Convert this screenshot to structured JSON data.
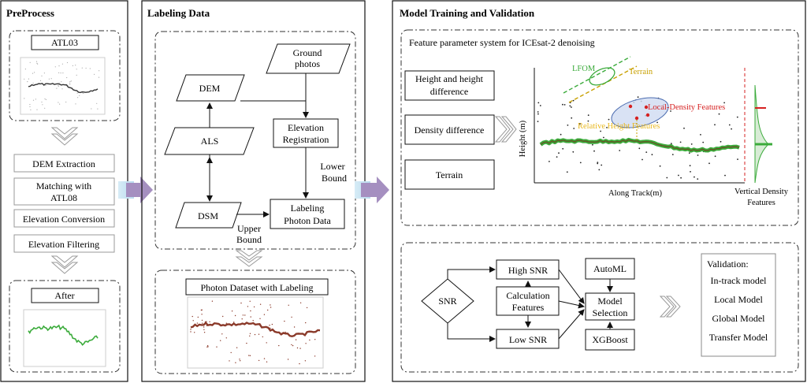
{
  "preprocess": {
    "title": "PreProcess",
    "atl03": "ATL03",
    "steps": [
      "DEM Extraction",
      "Matching with",
      "ATL08",
      "Elevation Conversion",
      "Elevation Filtering"
    ],
    "after": "After"
  },
  "labeling": {
    "title": "Labeling Data",
    "dem": "DEM",
    "ground_photos_1": "Ground",
    "ground_photos_2": "photos",
    "als": "ALS",
    "elev_reg_1": "Elevation",
    "elev_reg_2": "Registration",
    "lower_bound_1": "Lower",
    "lower_bound_2": "Bound",
    "dsm": "DSM",
    "upper_bound_1": "Upper",
    "upper_bound_2": "Bound",
    "labeling_photon_1": "Labeling",
    "labeling_photon_2": "Photon Data",
    "photon_dataset": "Photon Dataset with Labeling"
  },
  "model": {
    "title": "Model Training and Validation",
    "feature_system": "Feature parameter system for ICEsat-2 denoising",
    "height_diff_1": "Height and height",
    "height_diff_2": "difference",
    "density_diff": "Density difference",
    "terrain": "Terrain",
    "lfom": "LFOM",
    "terrain_line": "Terrain",
    "local_density": "Local-Density Features",
    "relative_height": "Relative Height Features",
    "y_axis": "Height (m)",
    "x_axis": "Along Track(m)",
    "vd_1": "Vertical Density",
    "vd_2": "Features",
    "snr": "SNR",
    "high_snr": "High SNR",
    "calc_1": "Calculation",
    "calc_2": "Features",
    "low_snr": "Low SNR",
    "automl": "AutoML",
    "model_sel_1": "Model",
    "model_sel_2": "Selection",
    "xgboost": "XGBoost",
    "validation": "Validation:",
    "val_items": [
      "In-track model",
      "Local Model",
      "Global Model",
      "Transfer Model"
    ]
  },
  "colors": {
    "arrow_fill": "#a58fc0",
    "arrow_glow": "#cfe6f2",
    "green": "#3bab3b",
    "red": "#d62020",
    "gold": "#c8a000",
    "brown": "#8b3a2a"
  }
}
